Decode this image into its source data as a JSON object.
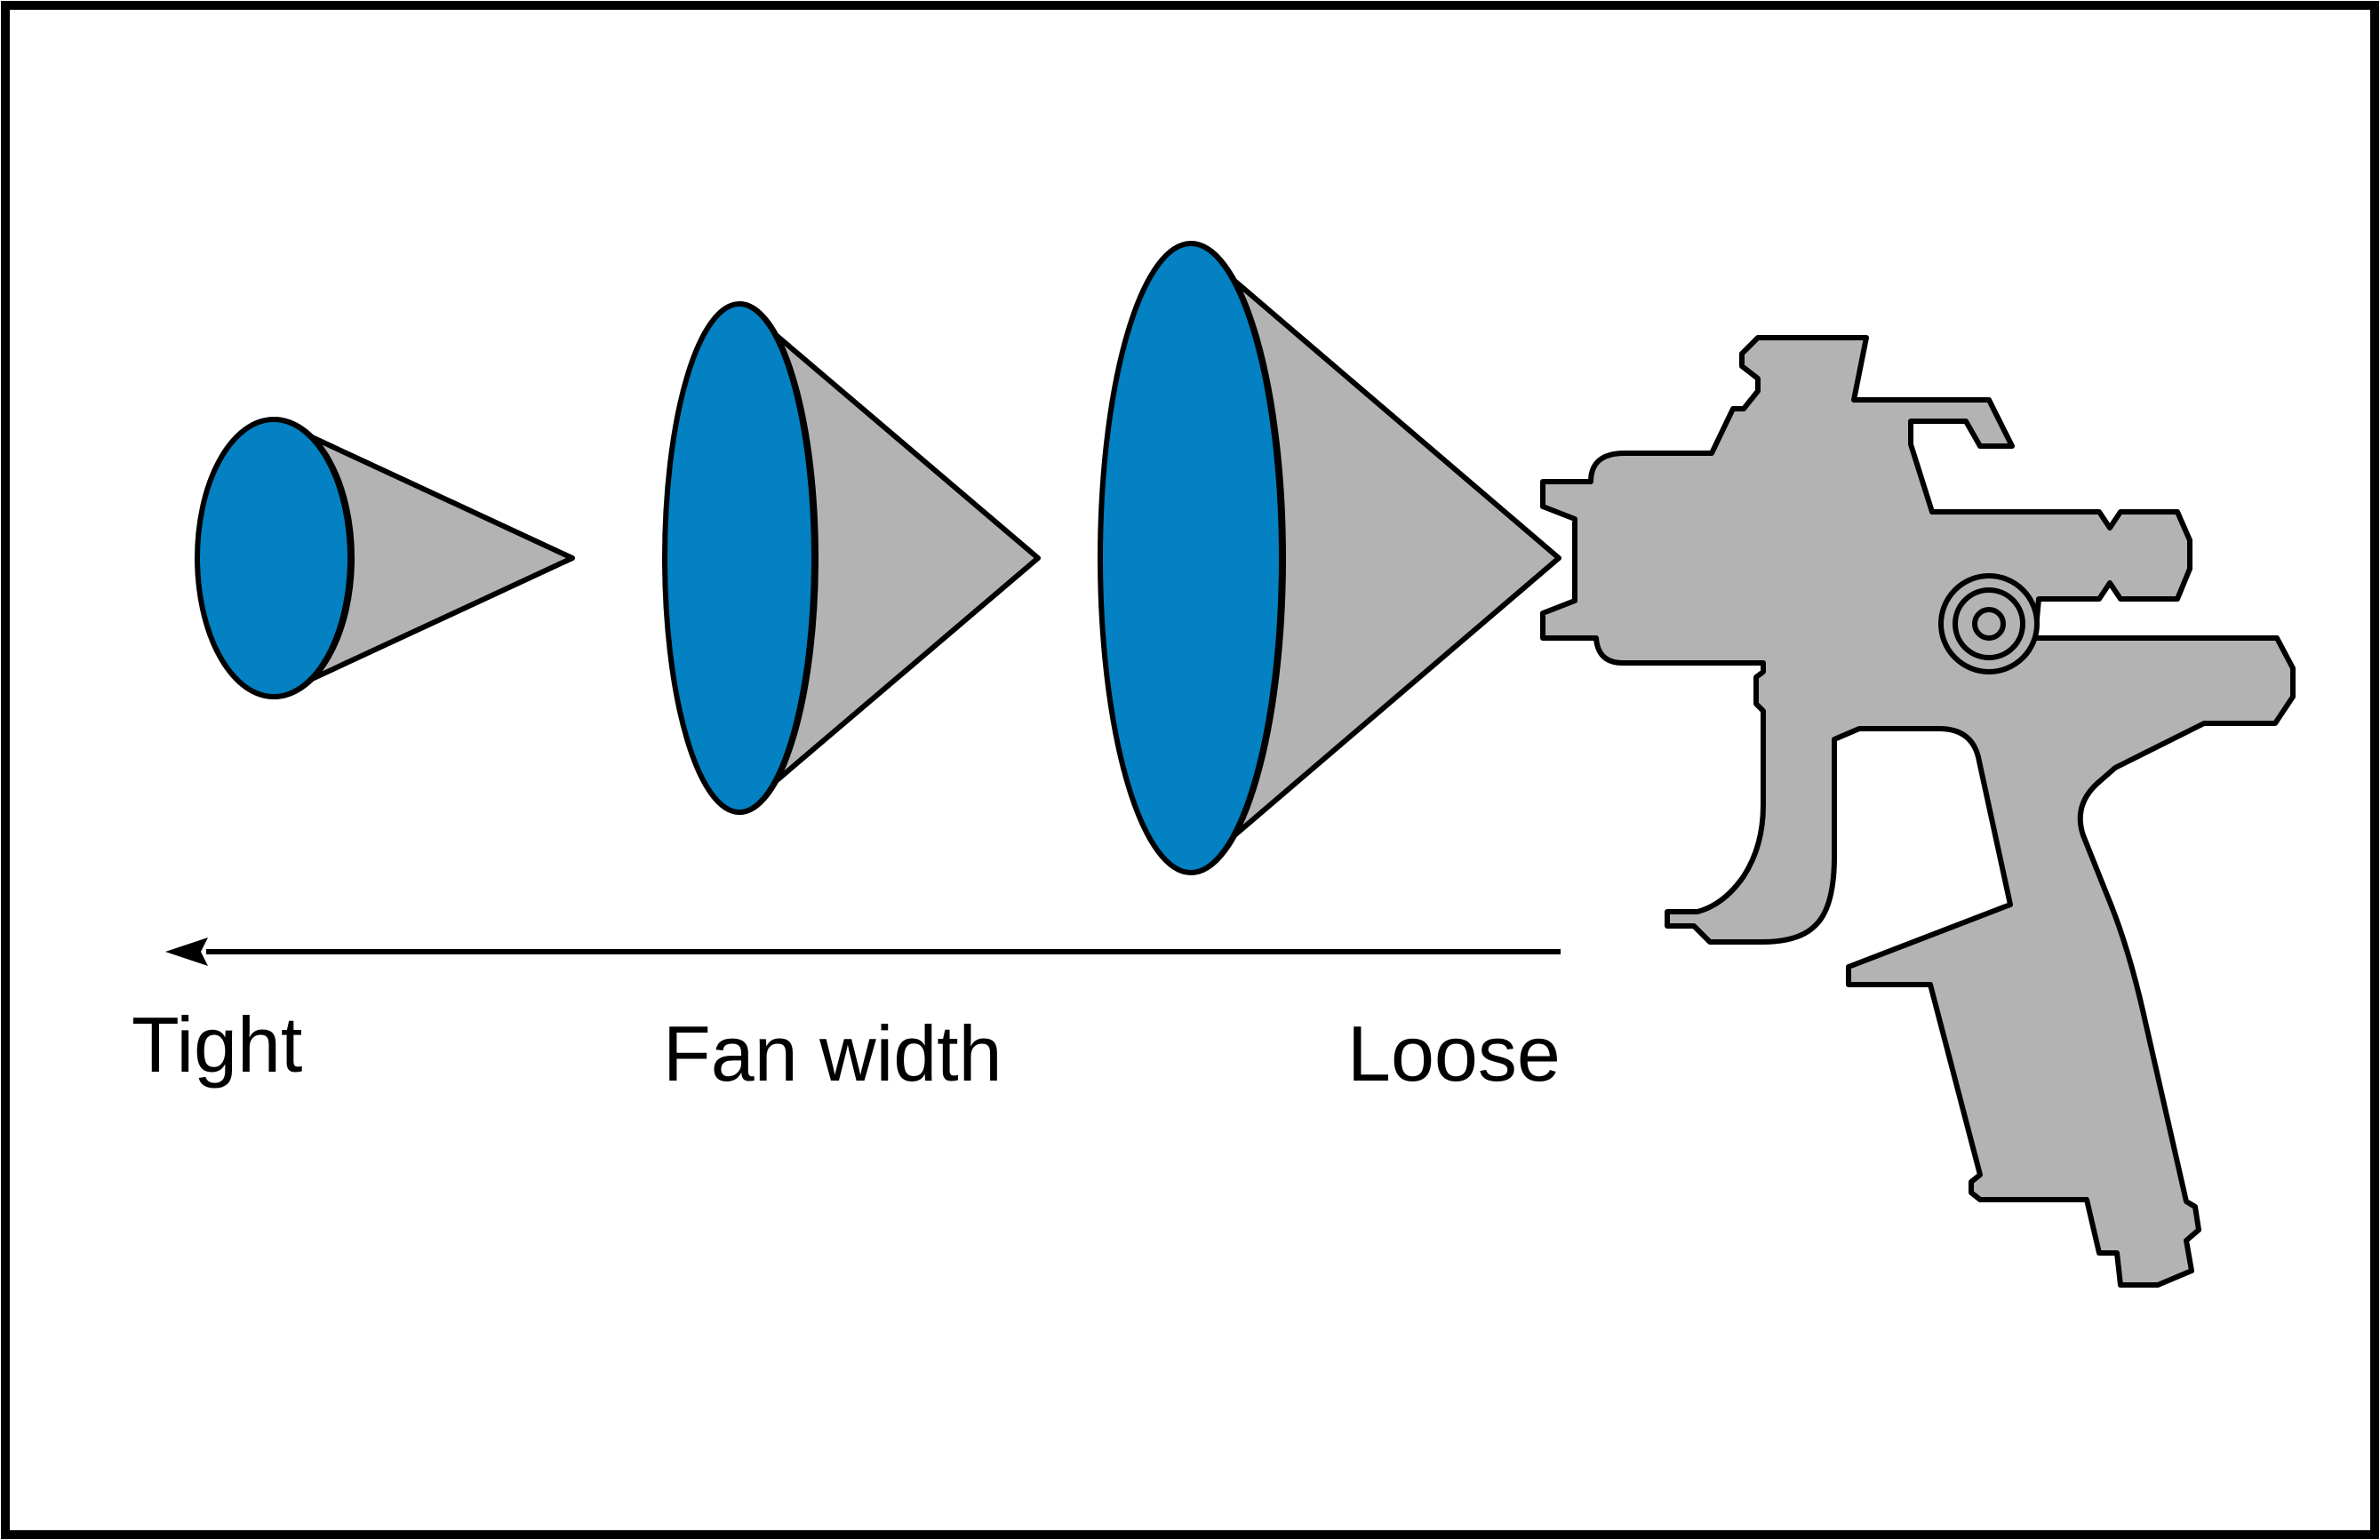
{
  "labels": {
    "tight": "Tight",
    "fan_width": "Fan width",
    "loose": "Loose"
  },
  "colors": {
    "fan_face": "#0381c2",
    "fan_body": "#b3b3b3",
    "gun_body": "#b3b3b3",
    "outline": "#000000",
    "frame": "#000000",
    "background": "#ffffff"
  },
  "icons": {
    "spray_gun": "spray-gun-icon",
    "arrow": "arrow-left-icon"
  }
}
